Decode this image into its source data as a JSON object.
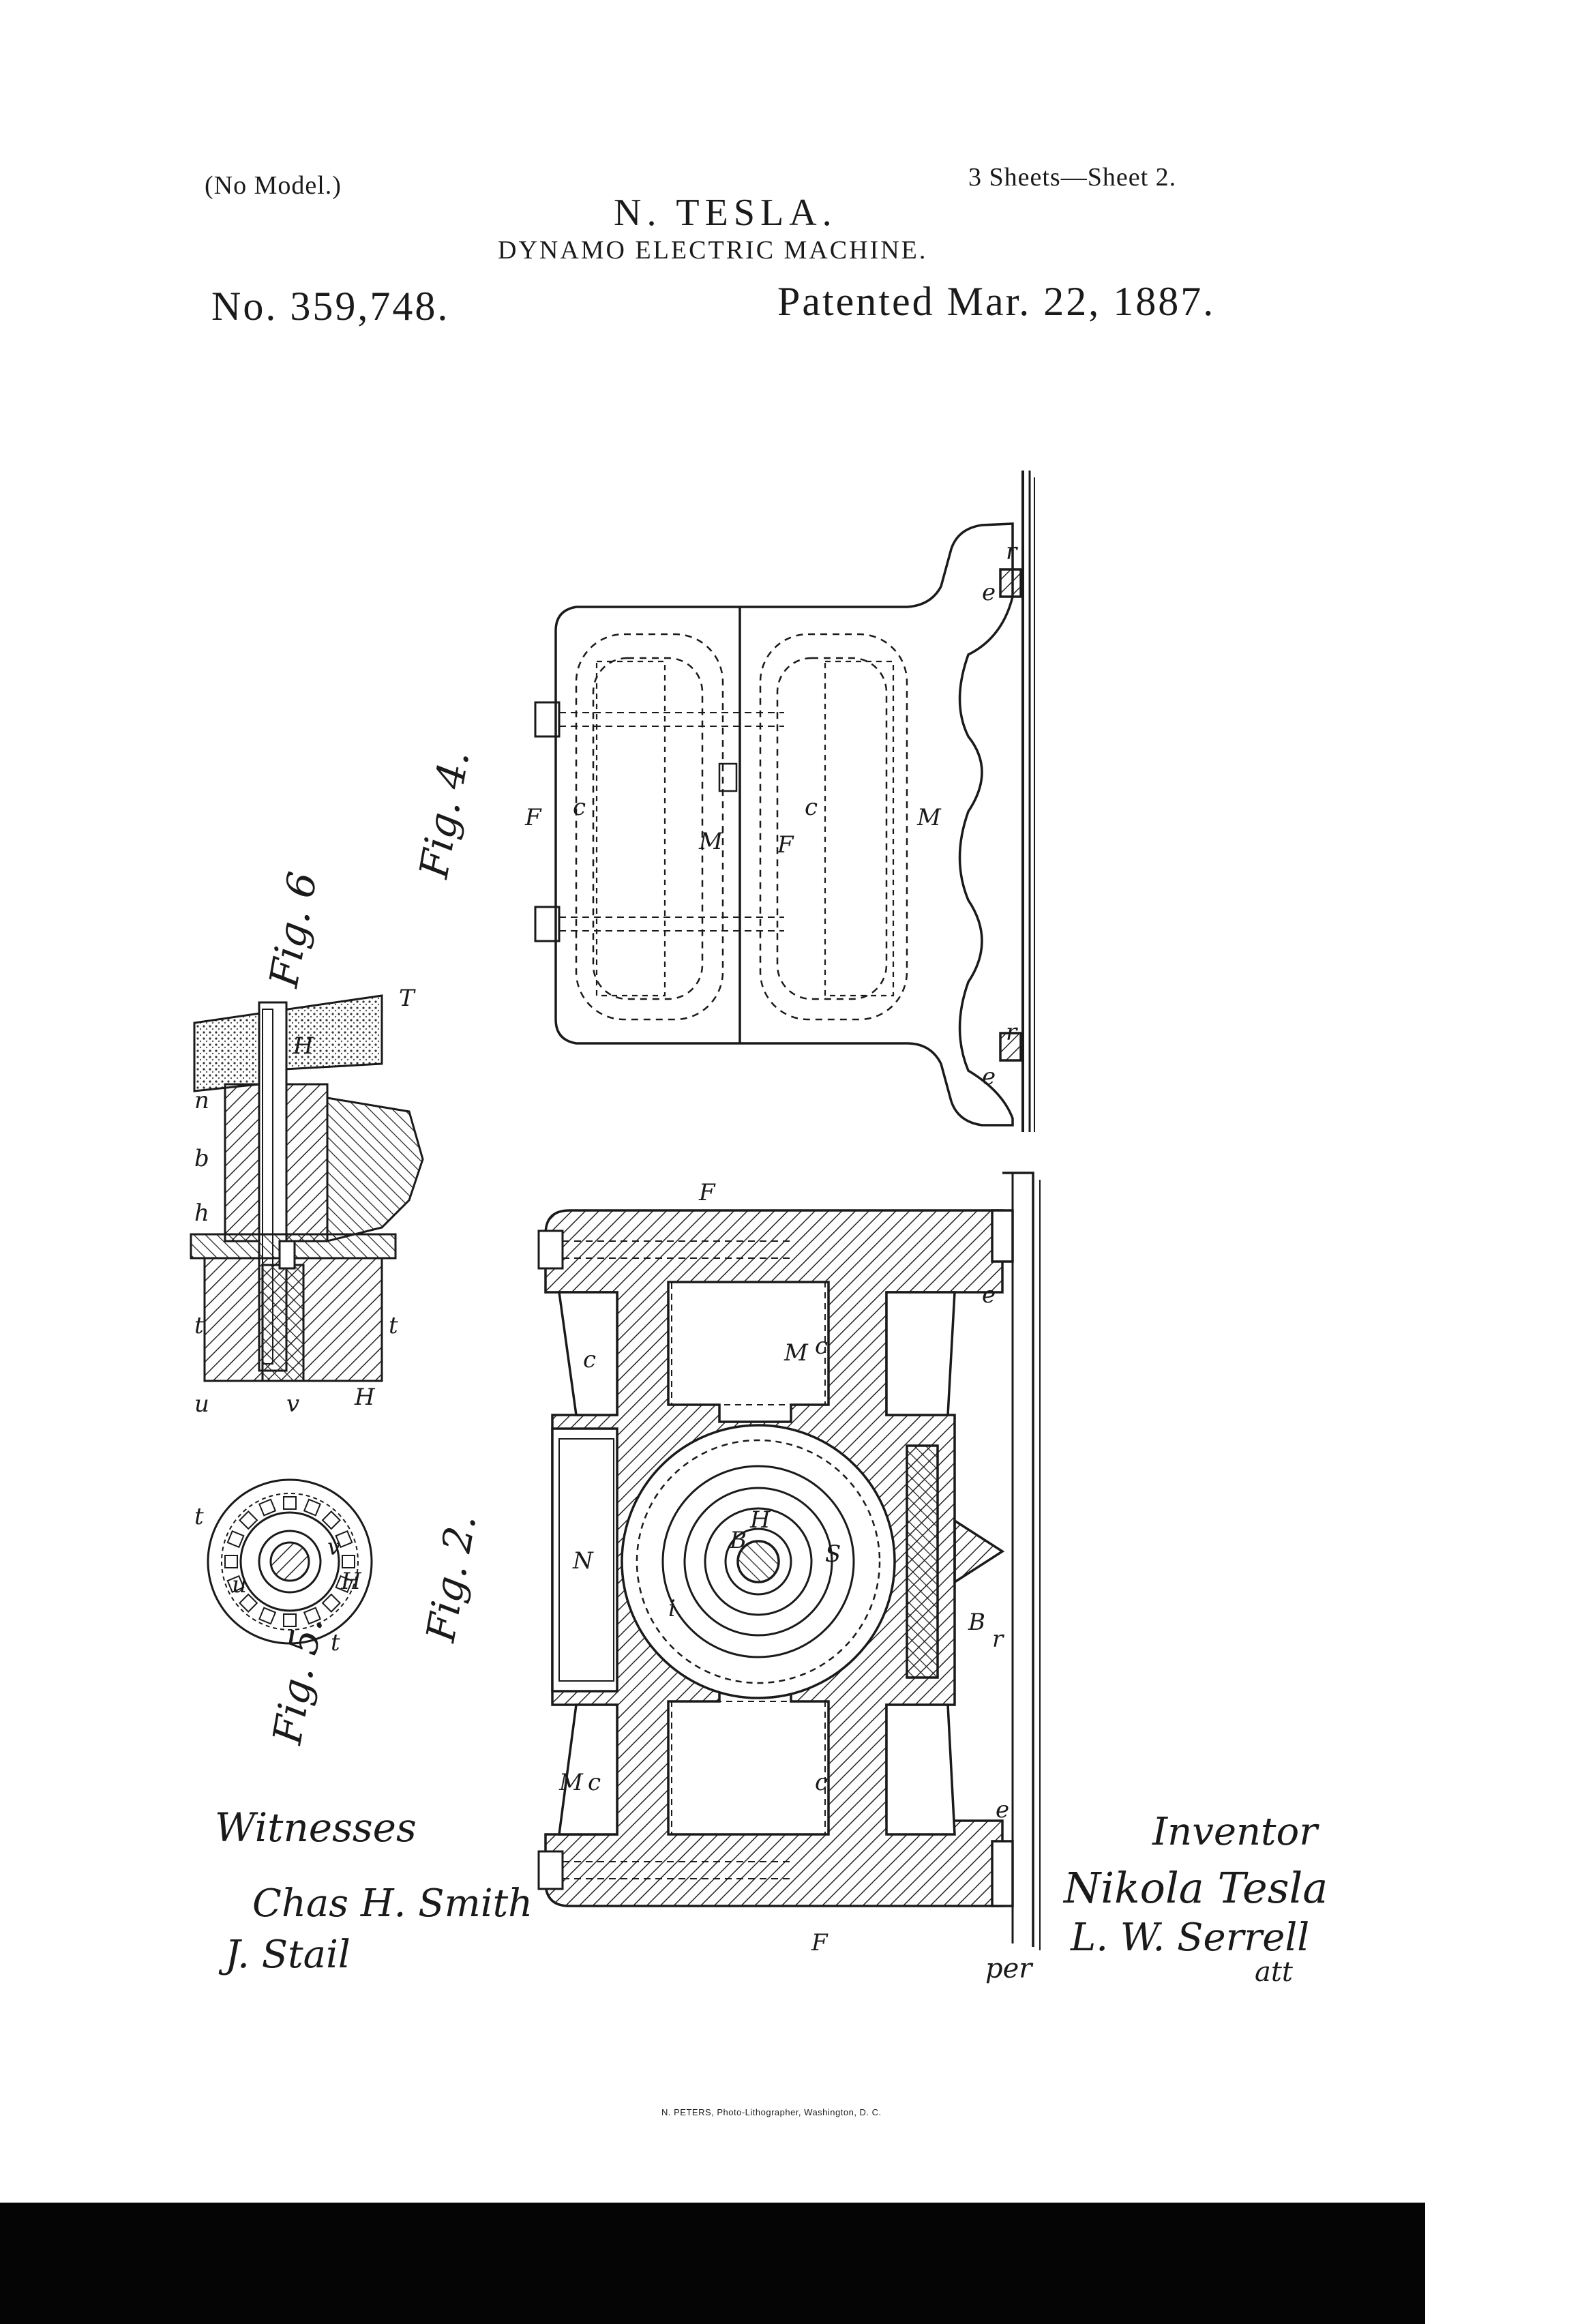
{
  "header": {
    "no_model": "(No Model.)",
    "sheets": "3 Sheets—Sheet 2.",
    "inventor": "N. TESLA.",
    "title": "DYNAMO ELECTRIC MACHINE.",
    "patent_number": "No. 359,748.",
    "patented": "Patented Mar. 22, 1887."
  },
  "figure_labels": {
    "fig4": "Fig. 4.",
    "fig5": "Fig. 5.",
    "fig6": "Fig. 6",
    "fig2": "Fig. 2."
  },
  "part_letters": {
    "F": "F",
    "c": "c",
    "M": "M",
    "e": "e",
    "r": "r",
    "N": "N",
    "S": "S",
    "B": "B",
    "i": "i",
    "t": "t",
    "u": "u",
    "v": "v",
    "H": "H",
    "b": "b",
    "n": "n",
    "h": "h",
    "T": "T"
  },
  "signatures": {
    "witnesses_label": "Witnesses",
    "witness1": "Chas H. Smith",
    "witness2": "J. Stail",
    "inventor_label": "Inventor",
    "inventor_sig": "Nikola Tesla",
    "attorney_prefix": "per",
    "attorney": "L. W. Serrell",
    "attorney_suffix": "att"
  },
  "footer": {
    "printer": "N. PETERS, Photo-Lithographer, Washington, D. C."
  }
}
